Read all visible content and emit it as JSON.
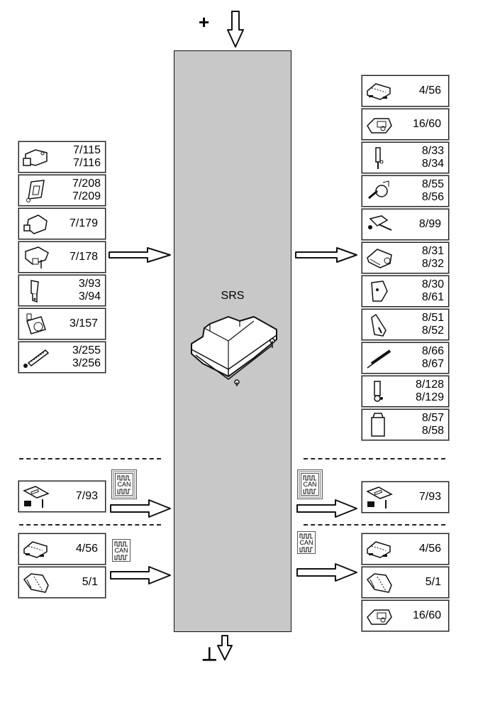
{
  "diagram": {
    "module": {
      "label": "SRS",
      "fill": "#c8c8c8"
    },
    "power": {
      "positive_symbol": "+",
      "ground_symbol": "⊥"
    },
    "inputs": {
      "hardwired": [
        {
          "icon": "sensor-block-icon",
          "codes": [
            "7/115",
            "7/116"
          ]
        },
        {
          "icon": "bracket-sensor-icon",
          "codes": [
            "7/208",
            "7/209"
          ]
        },
        {
          "icon": "side-sensor-icon",
          "codes": [
            "7/179"
          ]
        },
        {
          "icon": "impact-sensor-icon",
          "codes": [
            "7/178"
          ]
        },
        {
          "icon": "seatbelt-buckle-icon",
          "codes": [
            "3/93",
            "3/94"
          ]
        },
        {
          "icon": "key-switch-icon",
          "codes": [
            "3/157"
          ]
        },
        {
          "icon": "seat-rail-sensor-icon",
          "codes": [
            "3/255",
            "3/256"
          ]
        }
      ],
      "can_group_1": {
        "bus_label": "CAN",
        "items": [
          {
            "icon": "occupant-mat-icon",
            "codes": [
              "7/93"
            ]
          }
        ]
      },
      "can_group_2": {
        "bus_label": "CAN",
        "items": [
          {
            "icon": "central-module-icon",
            "codes": [
              "4/56"
            ]
          },
          {
            "icon": "instrument-cluster-icon",
            "codes": [
              "5/1"
            ]
          }
        ]
      }
    },
    "outputs": {
      "hardwired": [
        {
          "icon": "central-module-icon",
          "codes": [
            "4/56"
          ]
        },
        {
          "icon": "control-unit-icon",
          "codes": [
            "16/60"
          ]
        },
        {
          "icon": "pretensioner-icon",
          "codes": [
            "8/33",
            "8/34"
          ]
        },
        {
          "icon": "belt-reel-icon",
          "codes": [
            "8/55",
            "8/56"
          ]
        },
        {
          "icon": "steering-airbag-harness-icon",
          "codes": [
            "8/99"
          ]
        },
        {
          "icon": "passenger-airbag-icon",
          "codes": [
            "8/31",
            "8/32"
          ]
        },
        {
          "icon": "driver-airbag-icon",
          "codes": [
            "8/30",
            "8/61"
          ]
        },
        {
          "icon": "side-airbag-icon",
          "codes": [
            "8/51",
            "8/52"
          ]
        },
        {
          "icon": "curtain-airbag-icon",
          "codes": [
            "8/66",
            "8/67"
          ]
        },
        {
          "icon": "belt-tensioner-icon",
          "codes": [
            "8/128",
            "8/129"
          ]
        },
        {
          "icon": "knee-airbag-icon",
          "codes": [
            "8/57",
            "8/58"
          ]
        }
      ],
      "can_group_1": {
        "bus_label": "CAN",
        "items": [
          {
            "icon": "occupant-mat-icon",
            "codes": [
              "7/93"
            ]
          }
        ]
      },
      "can_group_2": {
        "bus_label": "CAN",
        "items": [
          {
            "icon": "central-module-icon",
            "codes": [
              "4/56"
            ]
          },
          {
            "icon": "instrument-cluster-icon",
            "codes": [
              "5/1"
            ]
          },
          {
            "icon": "control-unit-icon",
            "codes": [
              "16/60"
            ]
          }
        ]
      }
    }
  }
}
